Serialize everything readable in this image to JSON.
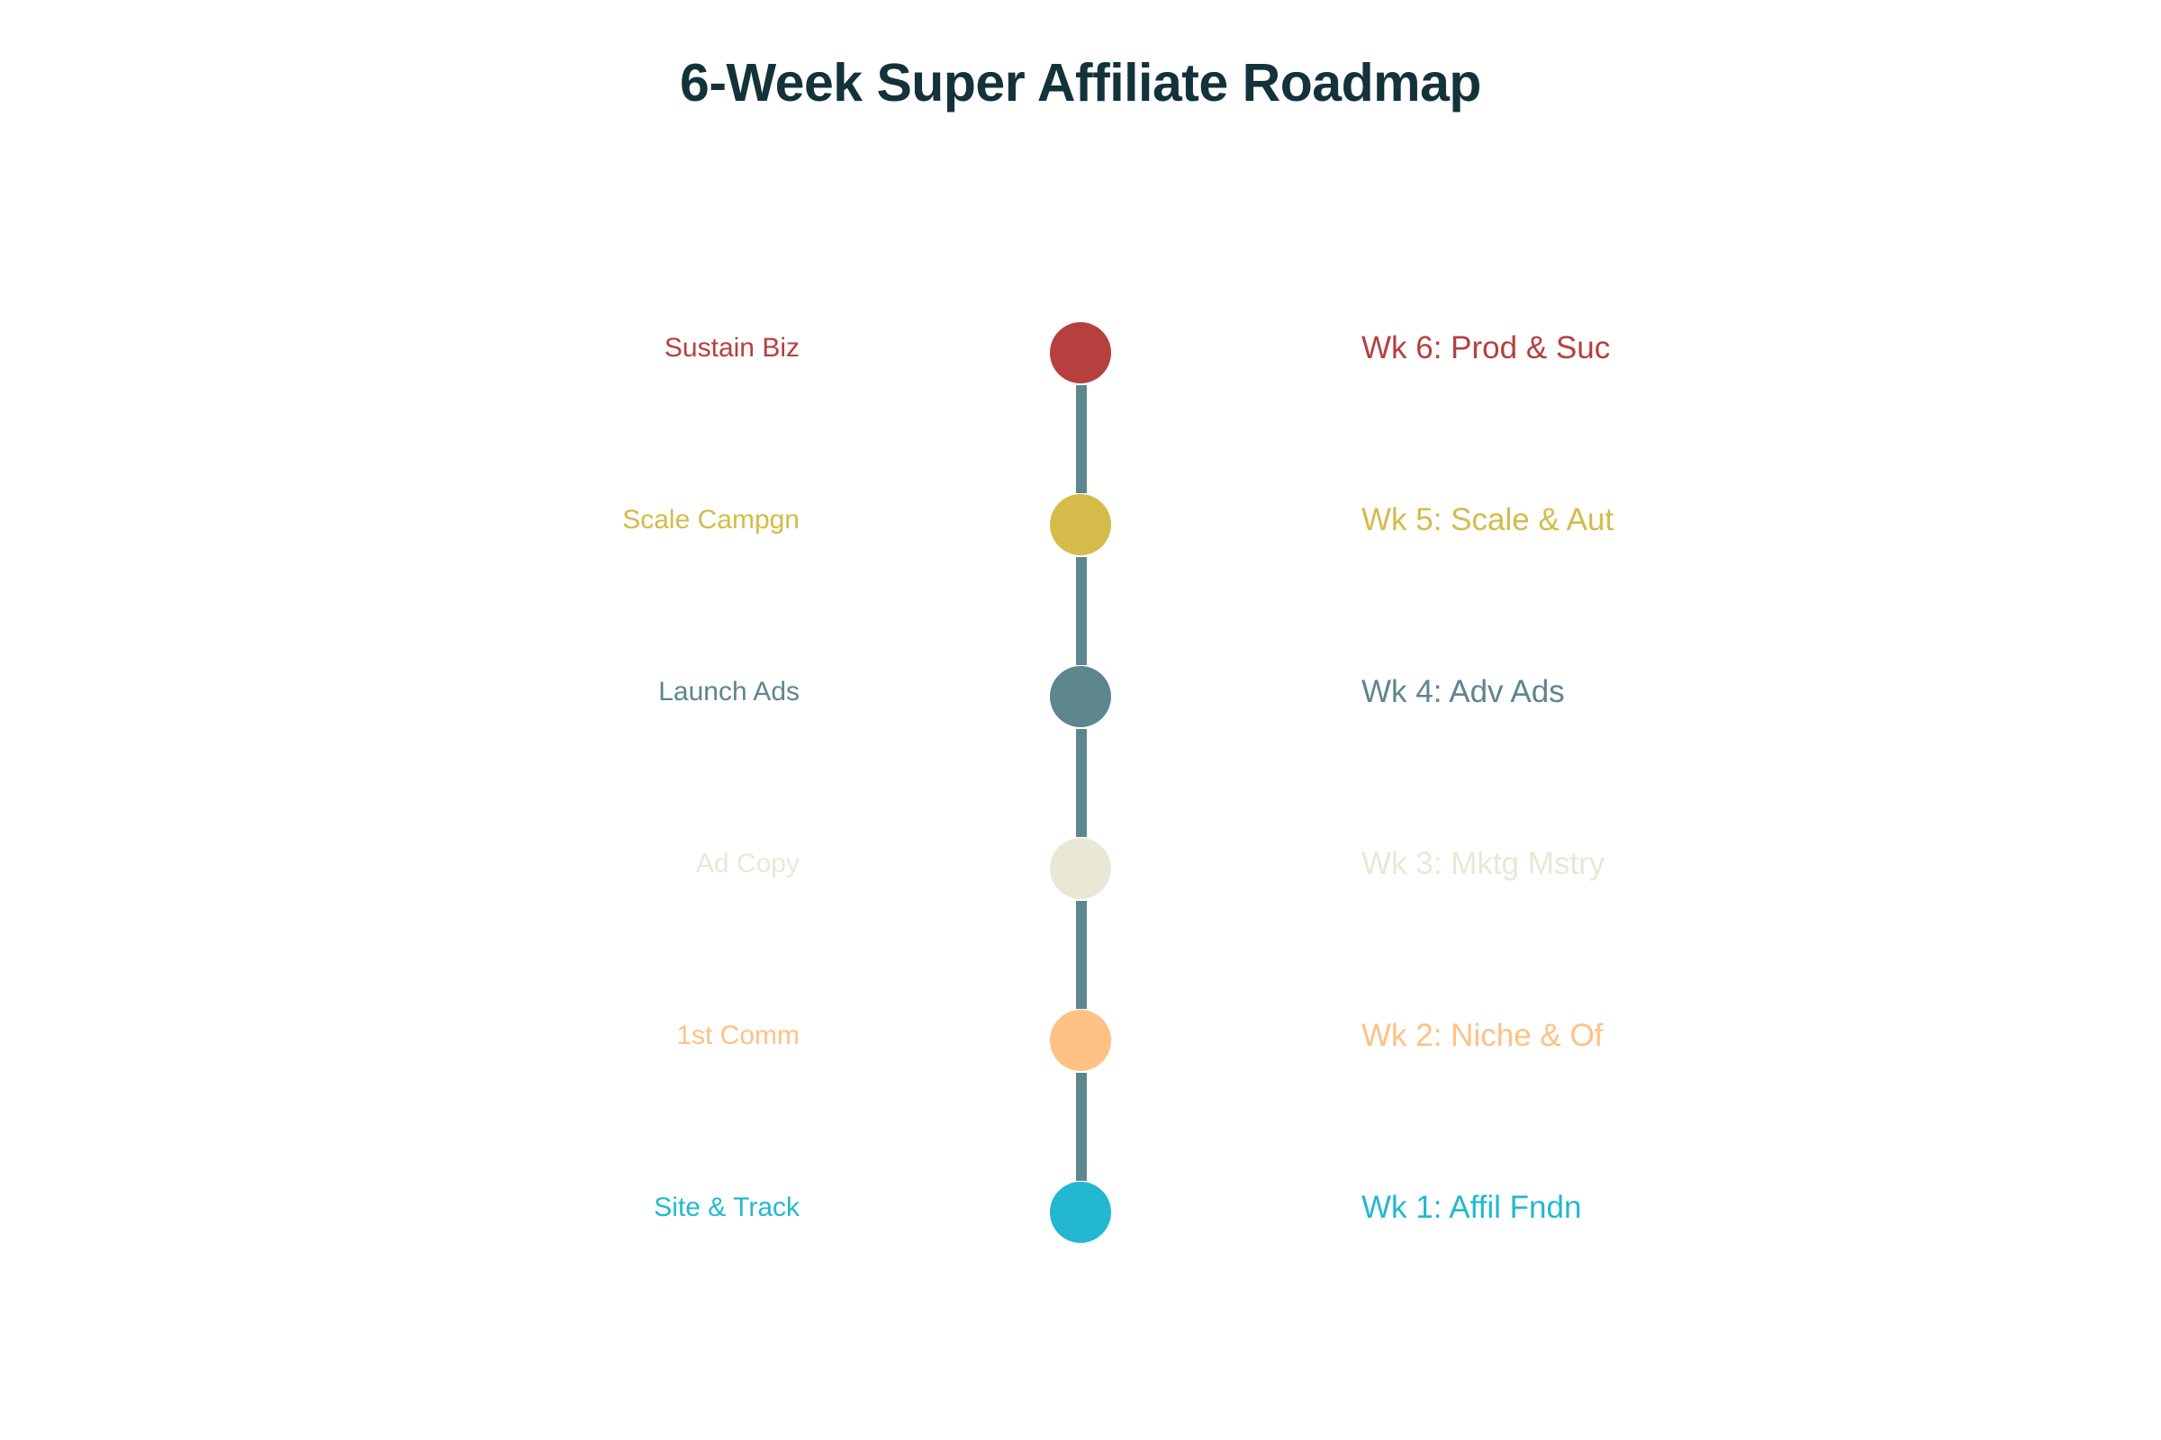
{
  "title": "6-Week Super Affiliate Roadmap",
  "milestones": [
    {
      "week_label": "Wk 6: Prod & Suc",
      "task_label": "Sustain Biz",
      "color": "#b5403e"
    },
    {
      "week_label": "Wk 5: Scale & Aut",
      "task_label": "Scale Campgn",
      "color": "#d4bb4a"
    },
    {
      "week_label": "Wk 4: Adv Ads",
      "task_label": "Launch Ads",
      "color": "#5d868d"
    },
    {
      "week_label": "Wk 3: Mktg Mstry",
      "task_label": "Ad Copy",
      "color": "#e9e8d7"
    },
    {
      "week_label": "Wk 2: Niche & Of",
      "task_label": "1st Comm",
      "color": "#ffc184"
    },
    {
      "week_label": "Wk 1: Affil Fndn",
      "task_label": "Site & Track",
      "color": "#22b8cf"
    }
  ],
  "connector_color": "#5d868d"
}
